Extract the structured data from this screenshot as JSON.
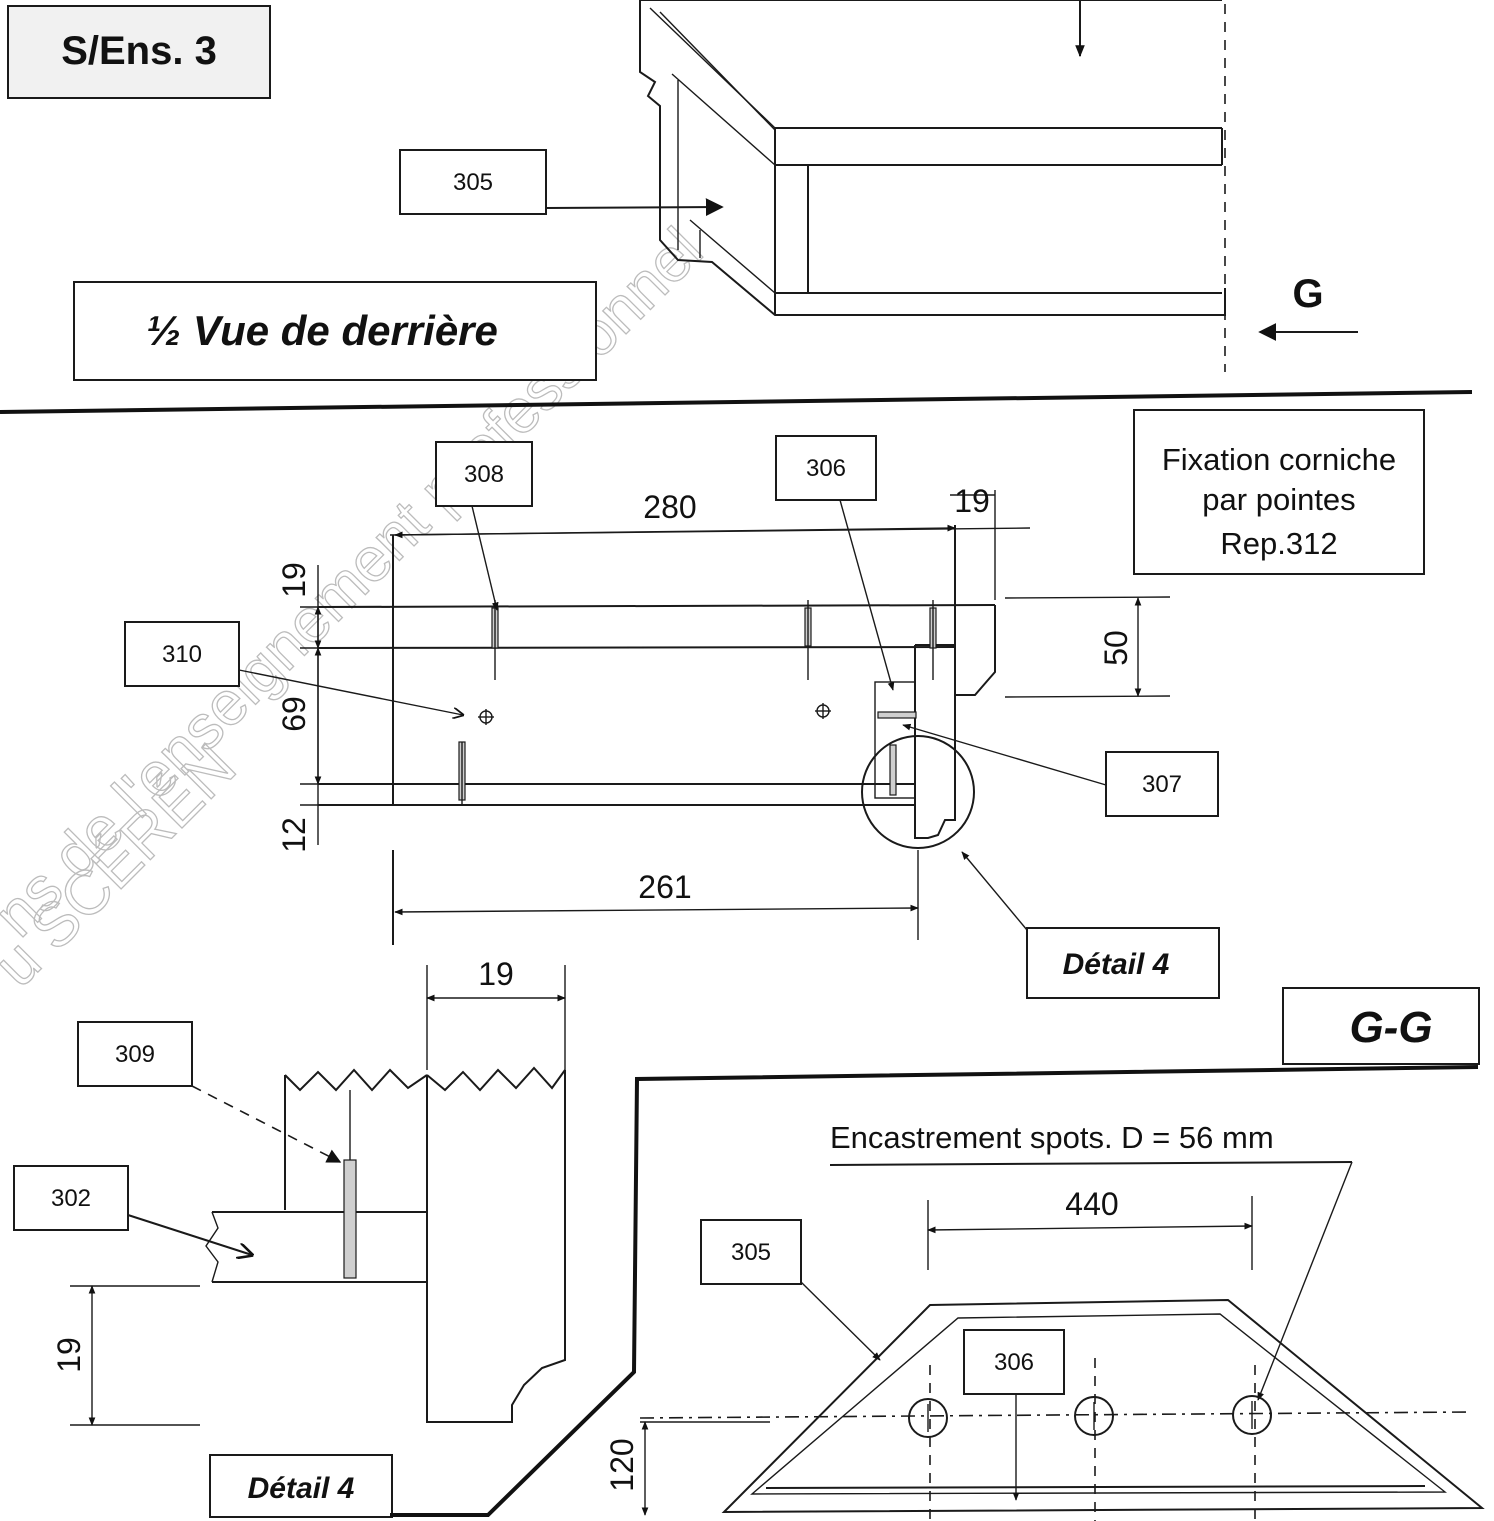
{
  "header": {
    "subassembly": "S/Ens. 3",
    "view_title": "½ Vue de derrière",
    "section_arrow_label": "G"
  },
  "top_view": {
    "callout_305": "305"
  },
  "middle_view": {
    "callouts": {
      "c308": "308",
      "c306": "306",
      "c310": "310",
      "c307": "307"
    },
    "dimensions": {
      "d280": "280",
      "d19_top": "19",
      "d19_left": "19",
      "d69": "69",
      "d12": "12",
      "d50": "50",
      "d261": "261"
    },
    "note": {
      "line1": "Fixation corniche",
      "line2": "par pointes",
      "line3": "Rep.312"
    },
    "detail_label": "Détail 4"
  },
  "detail_view": {
    "callouts": {
      "c309": "309",
      "c302": "302"
    },
    "dimensions": {
      "d19_top": "19",
      "d19_side": "19"
    },
    "label": "Détail 4"
  },
  "section_view": {
    "title": "G-G",
    "note": "Encastrement spots. D = 56 mm",
    "callouts": {
      "c305": "305",
      "c306": "306"
    },
    "dimensions": {
      "d440": "440",
      "d120": "120"
    }
  },
  "watermark": {
    "line1": "ns de l'enseignement professionnel",
    "line2": "u SCÉRÉN"
  }
}
